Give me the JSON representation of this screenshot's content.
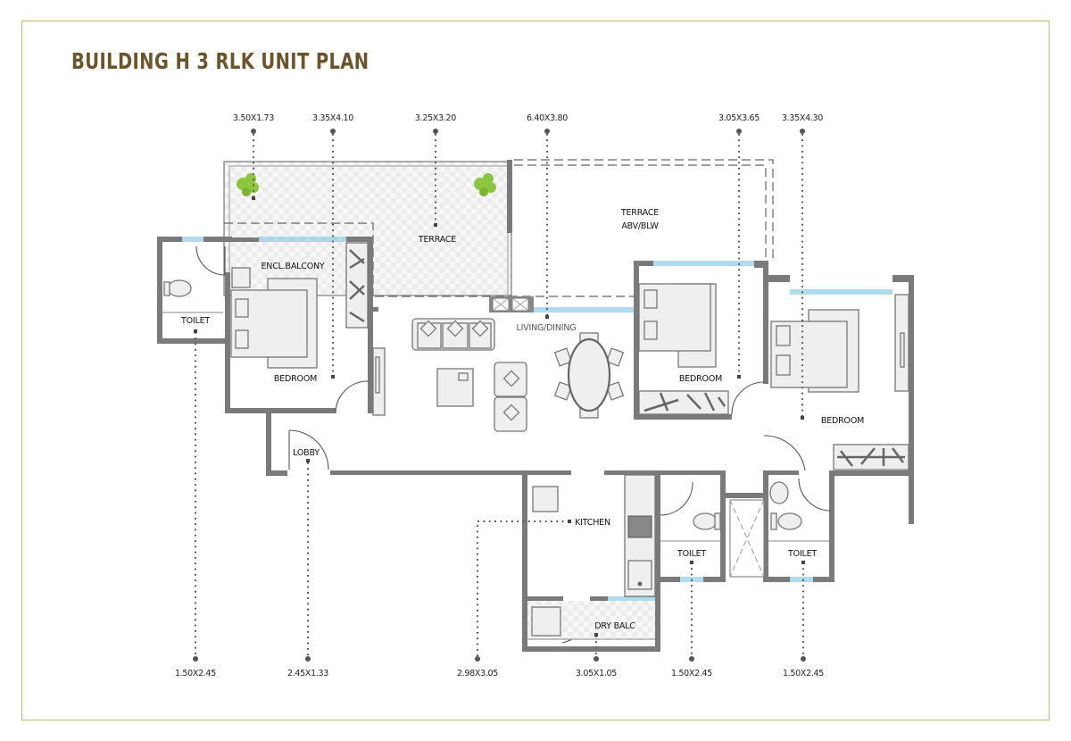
{
  "title": "BUILDING H 3 RLK UNIT PLAN",
  "colors": {
    "title": "#6b5427",
    "frame": "#c8b673",
    "wall": "#7a7a7a",
    "glass": "#7ec8e3",
    "plant": "#8cc63f"
  },
  "top_dimensions": [
    {
      "label": "3.50X1.73",
      "room": "Encl. Balcony"
    },
    {
      "label": "3.35X4.10",
      "room": "Bedroom 1"
    },
    {
      "label": "3.25X3.20",
      "room": "Terrace"
    },
    {
      "label": "6.40X3.80",
      "room": "Living/Dining"
    },
    {
      "label": "3.05X3.65",
      "room": "Bedroom 2"
    },
    {
      "label": "3.35X4.30",
      "room": "Bedroom 3"
    }
  ],
  "bottom_dimensions": [
    {
      "label": "1.50X2.45",
      "room": "Toilet 1"
    },
    {
      "label": "2.45X1.33",
      "room": "Lobby"
    },
    {
      "label": "2.98X3.05",
      "room": "Kitchen"
    },
    {
      "label": "3.05X1.05",
      "room": "Dry Balc"
    },
    {
      "label": "1.50X2.45",
      "room": "Toilet 2"
    },
    {
      "label": "1.50X2.45",
      "room": "Toilet 3"
    }
  ],
  "rooms": {
    "terrace": "TERRACE",
    "terrace_abv_1": "TERRACE",
    "terrace_abv_2": "ABV/BLW",
    "encl_balcony": "ENCL.BALCONY",
    "toilet_1": "TOILET",
    "bedroom_1": "BEDROOM",
    "living_dining": "LIVING/DINING",
    "bedroom_2": "BEDROOM",
    "bedroom_3": "BEDROOM",
    "lobby": "LOBBY",
    "kitchen": "KITCHEN",
    "dry_balc": "DRY BALC",
    "toilet_2": "TOILET",
    "toilet_3": "TOILET"
  }
}
